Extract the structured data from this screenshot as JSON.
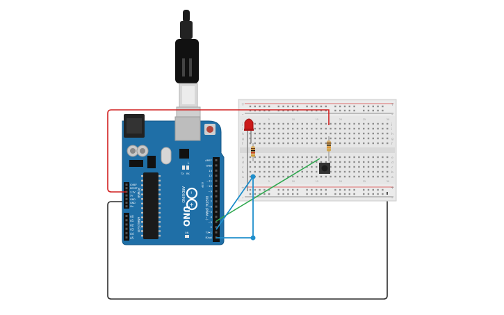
{
  "board": {
    "name": "UNO",
    "brand": "ARDUINO",
    "power_header_label": "POWER",
    "analog_header_label": "ANALOG IN",
    "digital_header_label": "DIGITAL (PWM ~)",
    "power_pins": [
      "IOREF",
      "RESET",
      "3.3V",
      "5V",
      "GND",
      "GND",
      "Vin"
    ],
    "analog_pins": [
      "A0",
      "A1",
      "A2",
      "A3",
      "A4",
      "A5"
    ],
    "digital_pins": [
      "AREF",
      "GND",
      "13",
      "12",
      "~11",
      "~10",
      "~9",
      "8",
      "7",
      "~6",
      "~5",
      "4",
      "~3",
      "2",
      "TX▸1",
      "RX◂0"
    ],
    "icsp_label": "ICSP",
    "tx_label": "TX",
    "rx_label": "RX",
    "l_label": "L",
    "on_label": "ON",
    "board_color": "#1f6fa7"
  },
  "breadboard": {
    "row_letters_top": [
      "j",
      "i",
      "h",
      "g",
      "f"
    ],
    "row_letters_bottom": [
      "e",
      "d",
      "c",
      "b",
      "a"
    ],
    "column_numbers": [
      "1",
      "5",
      "10",
      "15",
      "20",
      "25",
      "30"
    ],
    "rail_plus": "+",
    "rail_minus": "-"
  },
  "wire_colors": {
    "power": "#d11f1f",
    "ground": "#2b2b2b",
    "signal_green": "#2fa84f",
    "signal_blue": "#1f8fcc"
  },
  "components": {
    "led_color": "#cc1a1a",
    "resistor_color": "#d8b06a",
    "button_color": "#333333"
  }
}
